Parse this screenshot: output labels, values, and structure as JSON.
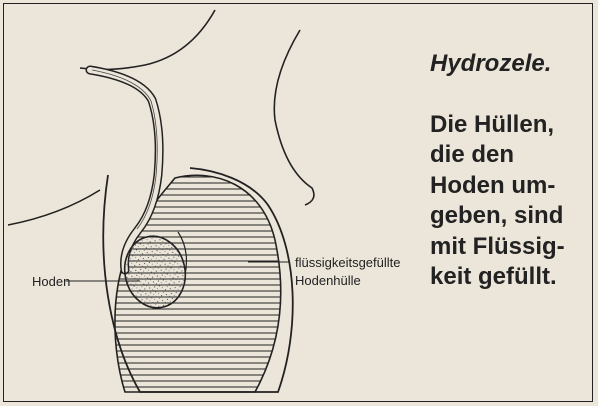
{
  "caption": {
    "title": "Hydrozele.",
    "text": "Die Hüllen,\ndie den\nHoden um-\ngeben, sind\nmit Flüssig-\nkeit gefüllt."
  },
  "labels": {
    "testis": "Hoden",
    "fluid_sac_line1": "flüssigkeitsgefüllte",
    "fluid_sac_line2": "Hodenhülle"
  },
  "colors": {
    "background": "#ece6da",
    "ink": "#222222"
  }
}
